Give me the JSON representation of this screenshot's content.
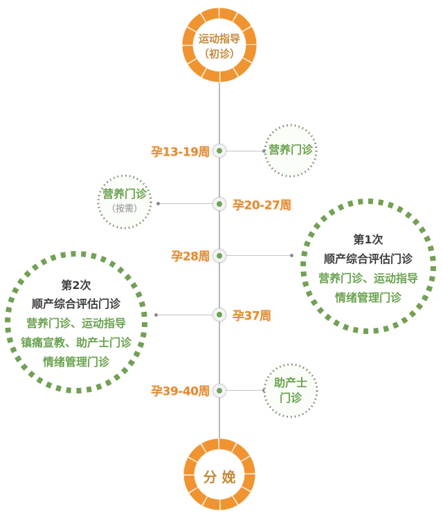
{
  "diagram": {
    "colors": {
      "orange": "#ef9431",
      "orange_text": "#c48a3a",
      "week_label": "#e08c35",
      "green": "#6aa24f",
      "dark_text": "#3e3e3e",
      "gray_text": "#8b8b8b",
      "spine": "#b9b9b9"
    },
    "start": {
      "line1": "运动指导",
      "line2": "（初诊）"
    },
    "end": {
      "label": "分 娩"
    },
    "milestones": [
      {
        "week": "孕13-19周",
        "side": "right"
      },
      {
        "week": "孕20-27周",
        "side": "left"
      },
      {
        "week": "孕28周",
        "side": "right"
      },
      {
        "week": "孕37周",
        "side": "left"
      },
      {
        "week": "孕39-40周",
        "side": "right"
      }
    ],
    "clinics": {
      "nutrition_1": {
        "line1": "营养门诊"
      },
      "nutrition_2": {
        "line1": "营养门诊",
        "line2": "（按需）"
      },
      "assessment_1": {
        "title": "第1次",
        "subtitle": "顺产综合评估门诊",
        "line1": "营养门诊、运动指导",
        "line2": "情绪管理门诊"
      },
      "assessment_2": {
        "title": "第2次",
        "subtitle": "顺产综合评估门诊",
        "line1": "营养门诊、运动指导",
        "line2": "镇痛宣教、助产士门诊",
        "line3": "情绪管理门诊"
      },
      "midwife": {
        "line1": "助产士",
        "line2": "门诊"
      }
    }
  }
}
